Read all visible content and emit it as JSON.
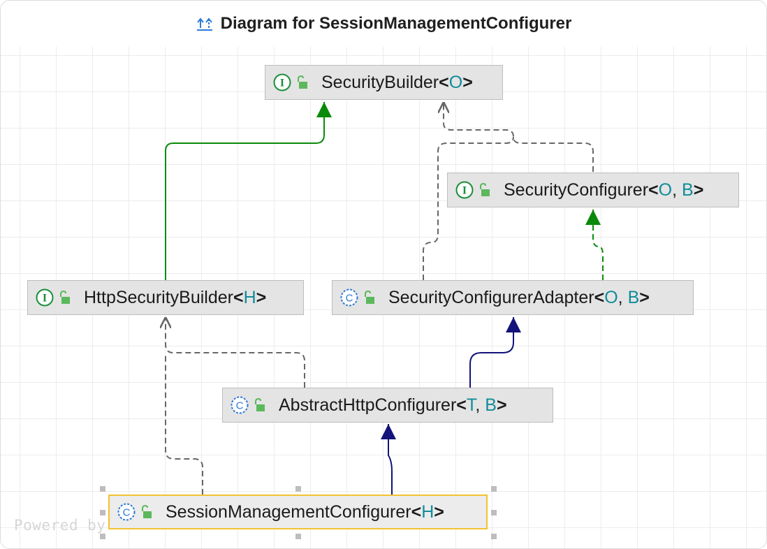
{
  "window": {
    "title": "Diagram for SessionManagementConfigurer",
    "title_icon": "hierarchy-arrows-icon"
  },
  "nodes": {
    "security_builder": {
      "kind": "interface",
      "name": "SecurityBuilder",
      "type_params": "O"
    },
    "security_configurer": {
      "kind": "interface",
      "name": "SecurityConfigurer",
      "type_params": [
        "O",
        "B"
      ]
    },
    "http_security_builder": {
      "kind": "interface",
      "name": "HttpSecurityBuilder",
      "type_params": "H"
    },
    "security_configurer_adapter": {
      "kind": "class",
      "name": "SecurityConfigurerAdapter",
      "type_params": [
        "O",
        "B"
      ]
    },
    "abstract_http_configurer": {
      "kind": "class",
      "name": "AbstractHttpConfigurer",
      "type_params": [
        "T",
        "B"
      ]
    },
    "session_management_configurer": {
      "kind": "class",
      "name": "SessionManagementConfigurer",
      "type_params": "H",
      "selected": true
    }
  },
  "relations": [
    {
      "from": "HttpSecurityBuilder",
      "to": "SecurityBuilder",
      "type": "extends-interface"
    },
    {
      "from": "SecurityConfigurer",
      "to": "SecurityBuilder",
      "type": "dependency"
    },
    {
      "from": "SecurityConfigurerAdapter",
      "to": "SecurityBuilder",
      "type": "dependency"
    },
    {
      "from": "SecurityConfigurerAdapter",
      "to": "SecurityConfigurer",
      "type": "implements"
    },
    {
      "from": "AbstractHttpConfigurer",
      "to": "SecurityConfigurerAdapter",
      "type": "extends-class"
    },
    {
      "from": "AbstractHttpConfigurer",
      "to": "HttpSecurityBuilder",
      "type": "dependency"
    },
    {
      "from": "SessionManagementConfigurer",
      "to": "AbstractHttpConfigurer",
      "type": "extends-class"
    },
    {
      "from": "SessionManagementConfigurer",
      "to": "HttpSecurityBuilder",
      "type": "dependency"
    }
  ],
  "footer": {
    "watermark": "Powered by"
  },
  "colors": {
    "interface_badge": "#1a8f3a",
    "class_badge": "#2e7bd6",
    "lock": "#5cb85c",
    "type_param": "#118c99",
    "extends_interface_edge": "#0a8a0a",
    "extends_class_edge": "#13137a",
    "dependency_edge": "#666666",
    "selection_border": "#f2c230"
  }
}
